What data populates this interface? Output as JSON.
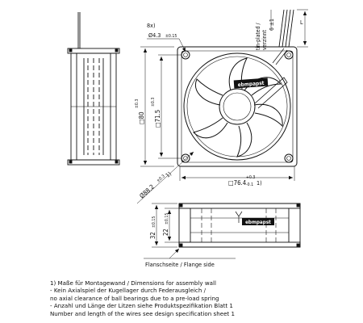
{
  "drawing": {
    "side_view_label": "",
    "callout_8x": "8x)",
    "hole_dia": "Ø4.3",
    "hole_tol": "±0.15",
    "wire_note_line1": "tin-plated /",
    "wire_note_line2": "verzinnt",
    "wire_note_dim": "6 ±1",
    "wire_length_label": "L",
    "height_80": "□80",
    "height_80_tol": "±0.3",
    "hole_pitch": "□71.5",
    "hole_pitch_tol": "±0.3",
    "flange_width": "□76.4",
    "flange_width_tol": "+0.3",
    "flange_width_tol2": "-0.1",
    "footnote_ref": "1)",
    "diag_dim": "Ø88.2",
    "diag_tol": "±0.3",
    "diag_ref": "1)",
    "depth_32": "32",
    "depth_32_tol": "±0.15",
    "depth_22": "22",
    "depth_22_tol": "±0.15",
    "brand_logo": "ebmpapst",
    "flange_side_label": "Flanschseite / Flange side"
  },
  "notes": [
    "1) Maße für Montagewand / Dimensions for assembly wall",
    "-  Kein Axialspiel der Kugellager durch Federausgleich /",
    "   no axial clearance of ball bearings due to a pre-load spring",
    "-  Anzahl und Länge der Litzen siehe Produktspezifikation Blatt 1",
    "   Number and length of the wires see design specification sheet 1"
  ]
}
